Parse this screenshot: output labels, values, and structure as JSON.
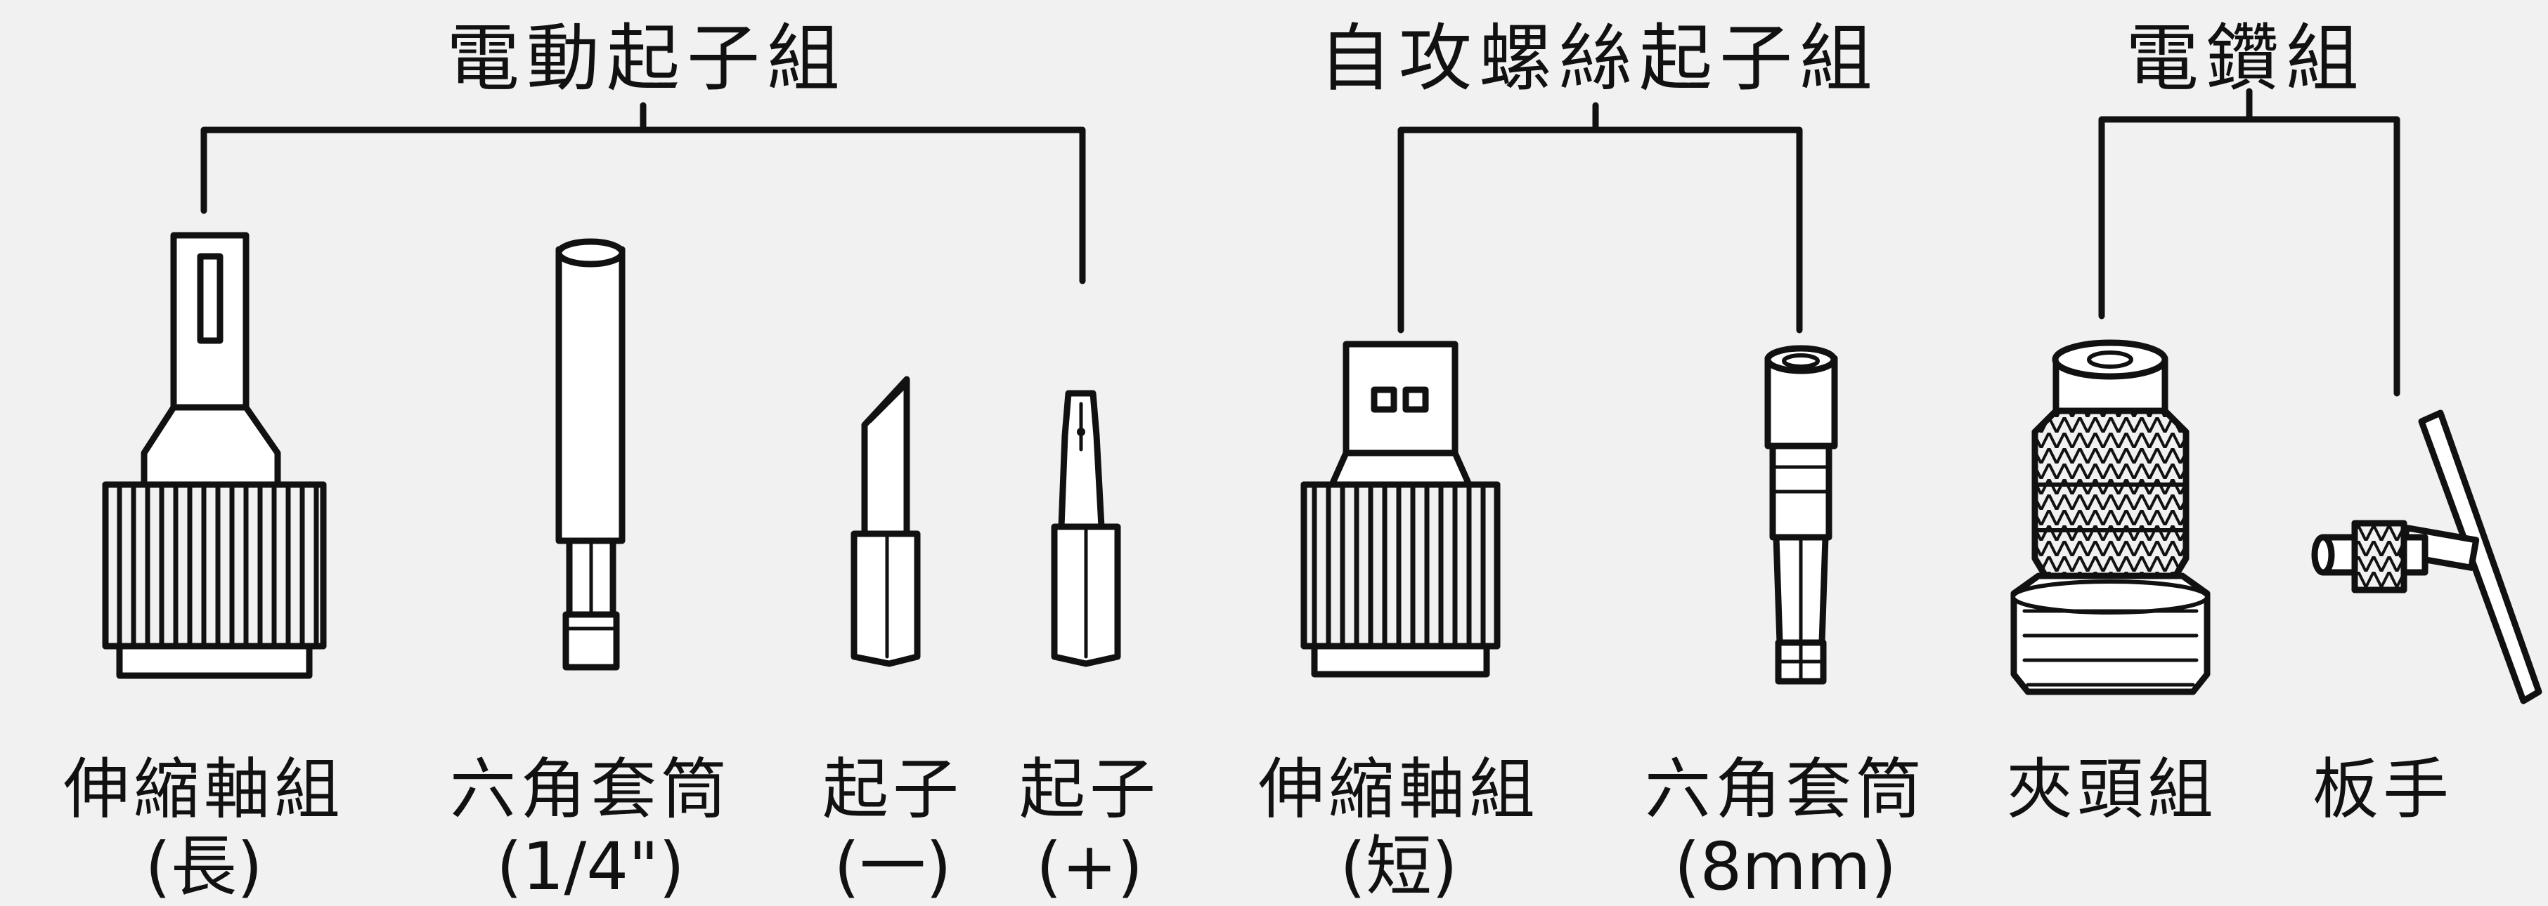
{
  "groups": [
    {
      "title": "電動起子組"
    },
    {
      "title": "自攻螺絲起子組"
    },
    {
      "title": "電鑽組"
    }
  ],
  "items": [
    {
      "name": "伸縮軸組",
      "sub": "(長)"
    },
    {
      "name": "六角套筒",
      "sub": "(1/4\")"
    },
    {
      "name": "起子",
      "sub": "(一)"
    },
    {
      "name": "起子",
      "sub": "(+)"
    },
    {
      "name": "伸縮軸組",
      "sub": "(短)"
    },
    {
      "name": "六角套筒",
      "sub": "(8mm)"
    },
    {
      "name": "夾頭組",
      "sub": ""
    },
    {
      "name": "板手",
      "sub": ""
    }
  ]
}
